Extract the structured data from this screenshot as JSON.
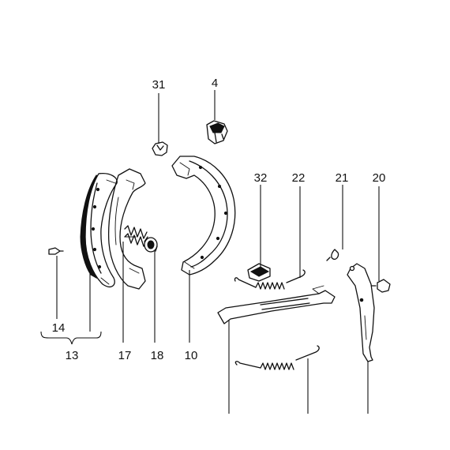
{
  "callouts": {
    "c31": "31",
    "c4": "4",
    "c32": "32",
    "c22": "22",
    "c21": "21",
    "c20": "20",
    "c14": "14",
    "c13": "13",
    "c17": "17",
    "c18": "18",
    "c10": "10"
  },
  "colors": {
    "ink": "#111111",
    "background": "#ffffff"
  }
}
